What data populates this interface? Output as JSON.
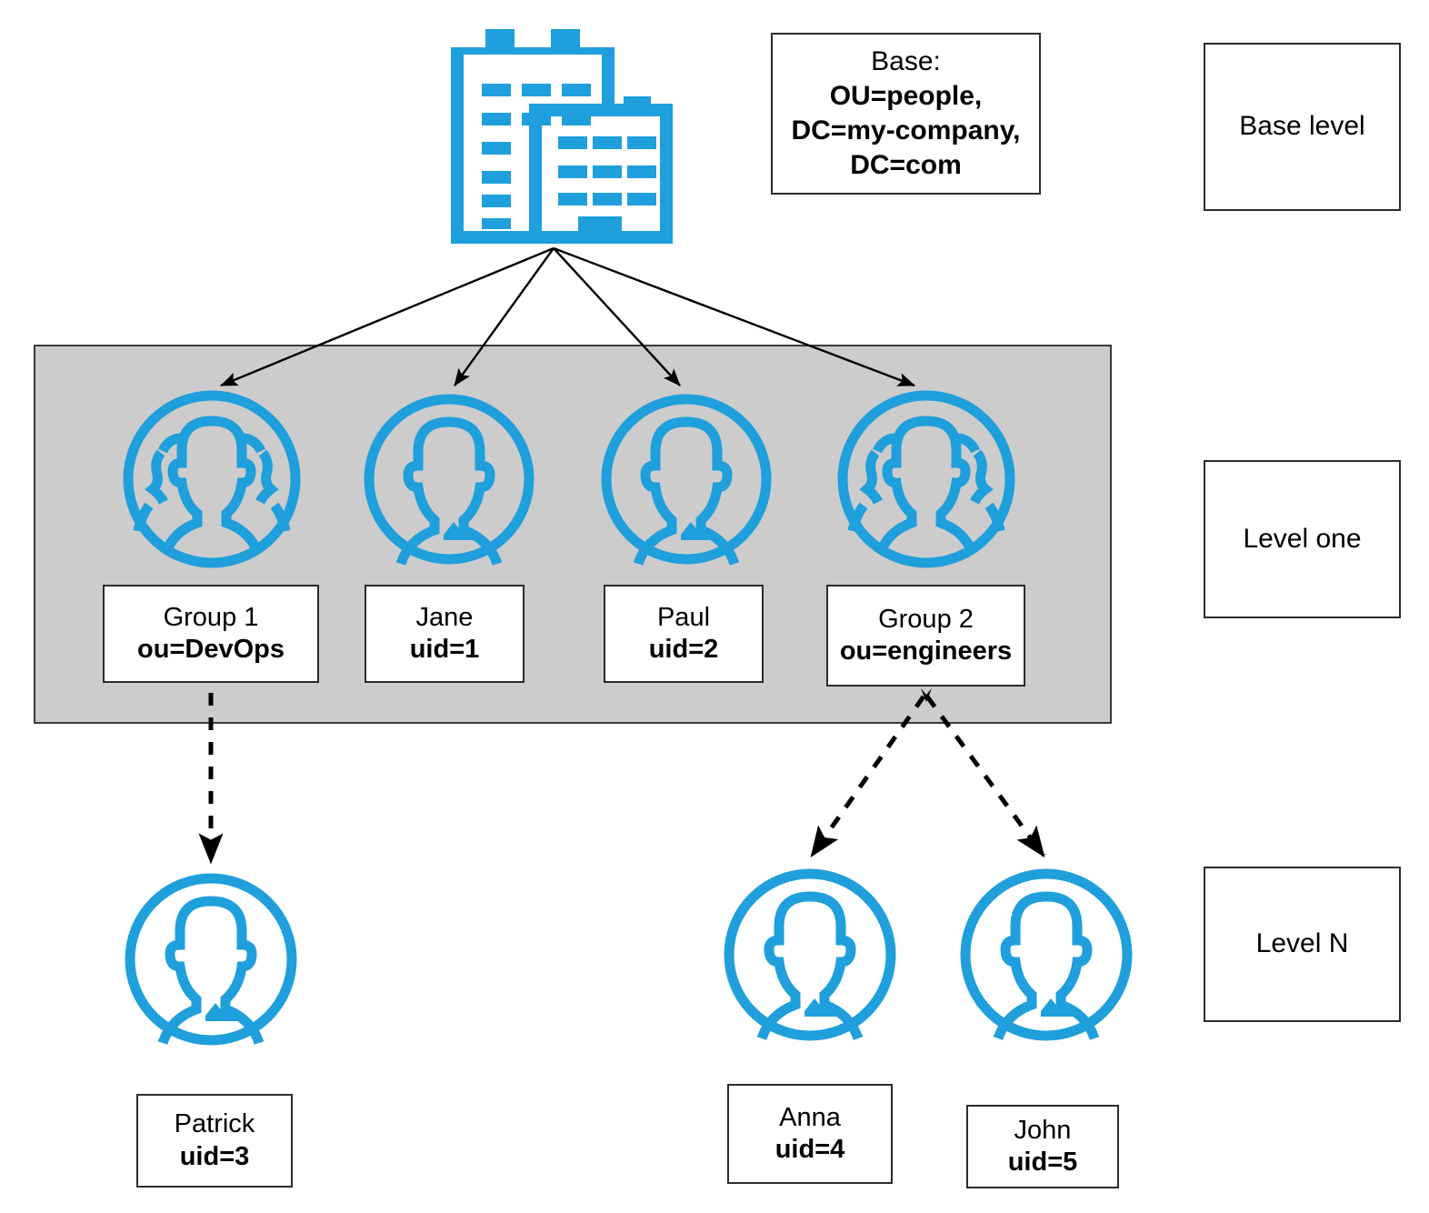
{
  "diagram": {
    "title_present": false,
    "accent_color": "#1f9fdc",
    "band_color": "#cccccc",
    "line_color": "#000000",
    "box_border_color": "#2b2b2b"
  },
  "root": {
    "icon": "office-building-icon",
    "base_box": {
      "line1": "Base:",
      "line2": "OU=people,",
      "line3": "DC=my-company,",
      "line4": "DC=com"
    }
  },
  "legend": {
    "items": [
      {
        "id": "base-level",
        "label": "Base level"
      },
      {
        "id": "level-one",
        "label": "Level one"
      },
      {
        "id": "level-n",
        "label": "Level N"
      }
    ]
  },
  "level_one": {
    "nodes": [
      {
        "id": "group-1",
        "icon": "group-people-icon",
        "name": "Group 1",
        "attribute": "ou=DevOps"
      },
      {
        "id": "jane",
        "icon": "single-person-icon",
        "name": "Jane",
        "attribute": "uid=1"
      },
      {
        "id": "paul",
        "icon": "single-person-icon",
        "name": "Paul",
        "attribute": "uid=2"
      },
      {
        "id": "group-2",
        "icon": "group-people-icon",
        "name": "Group 2",
        "attribute": "ou=engineers"
      }
    ]
  },
  "level_n": {
    "nodes": [
      {
        "id": "patrick",
        "icon": "single-person-icon",
        "name": "Patrick",
        "attribute": "uid=3"
      },
      {
        "id": "anna",
        "icon": "single-person-icon",
        "name": "Anna",
        "attribute": "uid=4"
      },
      {
        "id": "john",
        "icon": "single-person-icon",
        "name": "John",
        "attribute": "uid=5"
      }
    ]
  },
  "edges": {
    "from_base": [
      {
        "from": "office-building-icon",
        "to": "group-1",
        "style": "solid"
      },
      {
        "from": "office-building-icon",
        "to": "jane",
        "style": "solid"
      },
      {
        "from": "office-building-icon",
        "to": "paul",
        "style": "solid"
      },
      {
        "from": "office-building-icon",
        "to": "group-2",
        "style": "solid"
      }
    ],
    "from_groups": [
      {
        "from": "group-1",
        "to": "patrick",
        "style": "dashed"
      },
      {
        "from": "group-2",
        "to": "anna",
        "style": "dashed"
      },
      {
        "from": "group-2",
        "to": "john",
        "style": "dashed"
      }
    ]
  }
}
